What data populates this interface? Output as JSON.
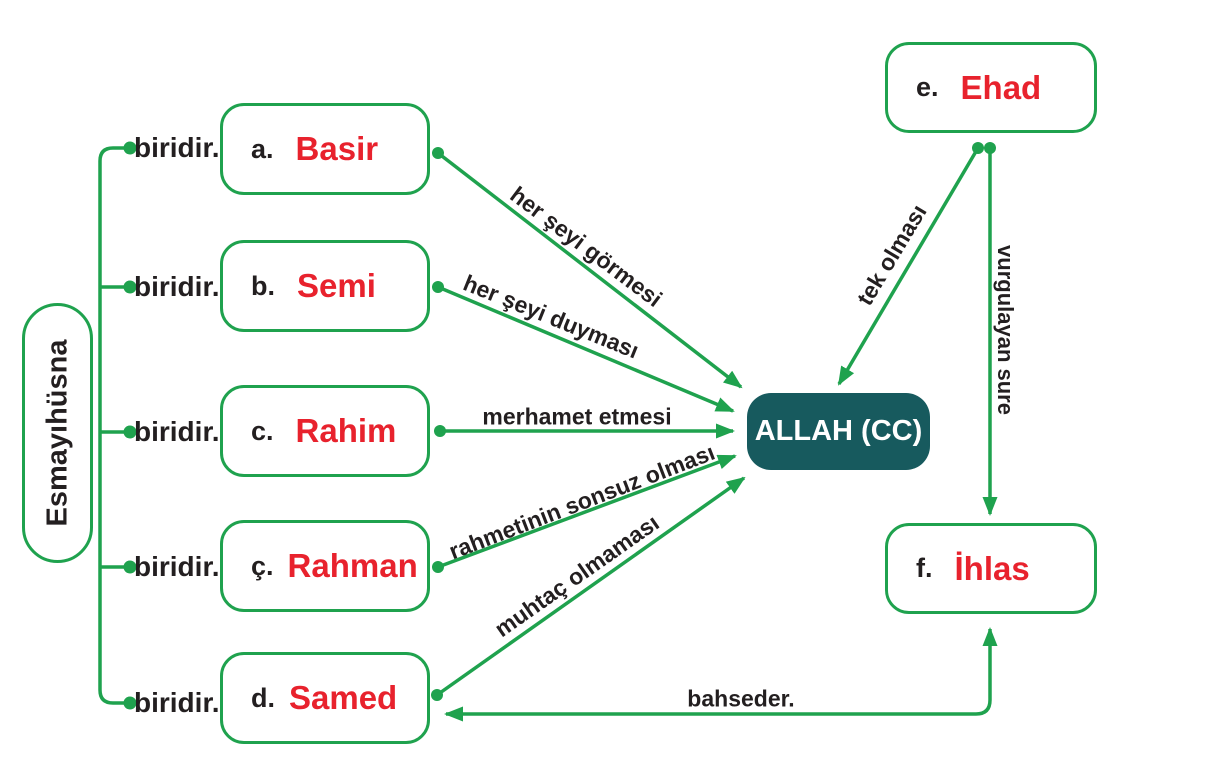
{
  "diagram": {
    "title_hint": "Esmayıhüsna concept map",
    "root_label": "Esmayıhüsna",
    "branch_label": "biridir.",
    "names": [
      {
        "prefix": "a.",
        "name": "Basir",
        "relation": "her şeyi görmesi"
      },
      {
        "prefix": "b.",
        "name": "Semi",
        "relation": "her şeyi duyması"
      },
      {
        "prefix": "c.",
        "name": "Rahim",
        "relation": "merhamet etmesi"
      },
      {
        "prefix": "ç.",
        "name": "Rahman",
        "relation": "rahmetinin sonsuz olması"
      },
      {
        "prefix": "d.",
        "name": "Samed",
        "relation": "muhtaç olmaması"
      }
    ],
    "center_label": "ALLAH (CC)",
    "sura_boxes": [
      {
        "prefix": "e.",
        "name": "Ehad",
        "relation": "tek olması"
      },
      {
        "prefix": "f.",
        "name": "İhlas"
      }
    ],
    "edge_labels": {
      "vurgulayan_sure": "vurgulayan sure",
      "bahseder": "bahseder."
    },
    "colors": {
      "line_green": "#1fa24e",
      "name_red": "#e8222d",
      "center_teal": "#175a5e",
      "text_dark": "#231f20",
      "background": "#ffffff"
    }
  }
}
